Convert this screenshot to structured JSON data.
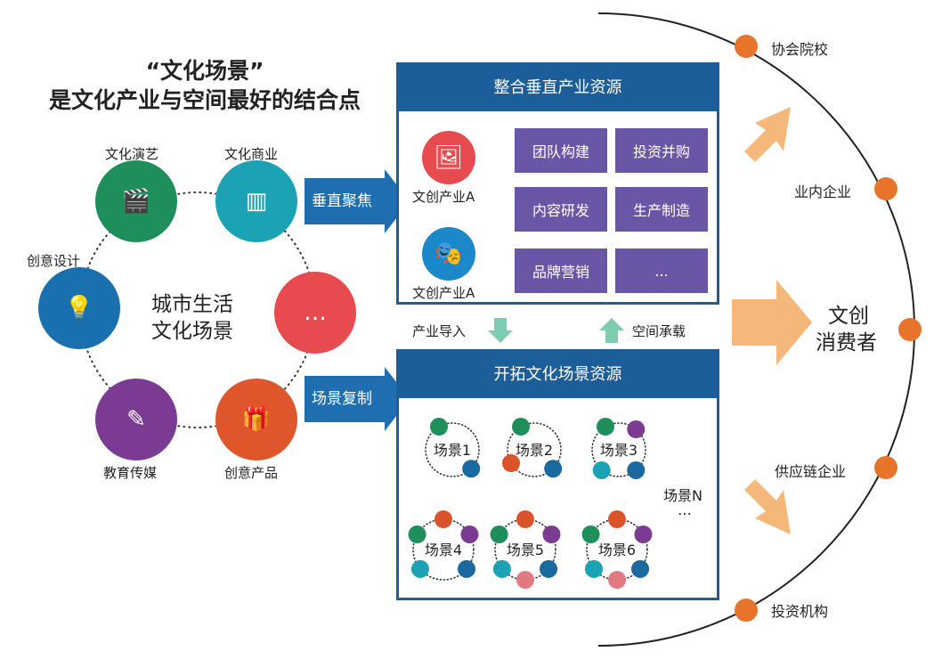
{
  "title": {
    "line1": "“文化场景”",
    "line2": "是文化产业与空间最好的结合点"
  },
  "ring": {
    "center": "城市生活\n文化场景",
    "center_line1": "城市生活",
    "center_line2": "文化场景",
    "nodes": [
      {
        "label": "文化演艺",
        "icon": "clapperboard-icon",
        "color": "#1e8f5a"
      },
      {
        "label": "文化商业",
        "icon": "books-icon",
        "color": "#1ba3b5"
      },
      {
        "label": "创意设计",
        "icon": "lightbulb-icon",
        "color": "#1a6fae"
      },
      {
        "label": "…",
        "icon": "ellipsis-icon",
        "color": "#e84b4f"
      },
      {
        "label": "教育传媒",
        "icon": "pencil-icon",
        "color": "#7b3b93"
      },
      {
        "label": "创意产品",
        "icon": "gift-card-icon",
        "color": "#e0562c"
      }
    ]
  },
  "arrows": {
    "vertical_focus": "垂直聚焦",
    "scene_copy": "场景复制",
    "industry_import": "产业导入",
    "space_carry": "空间承载"
  },
  "panel_top": {
    "title": "整合垂直产业资源",
    "industries": [
      {
        "label": "文创产业A",
        "icon": "painting-icon",
        "color": "#e84b4f"
      },
      {
        "label": "文创产业A",
        "icon": "theater-masks-icon",
        "color": "#1a88c9"
      }
    ],
    "tiles": [
      "团队构建",
      "投资并购",
      "内容研发",
      "生产制造",
      "品牌营销",
      "..."
    ]
  },
  "panel_bottom": {
    "title": "开拓文化场景资源",
    "scenes": [
      {
        "label": "场景1",
        "icons": [
          "clapperboard",
          "gift-card"
        ]
      },
      {
        "label": "场景2",
        "icons": [
          "clapperboard",
          "lightbulb",
          "gift-card"
        ]
      },
      {
        "label": "场景3",
        "icons": [
          "clapperboard",
          "pencil",
          "books",
          "gift-card"
        ]
      },
      {
        "label": "场景4",
        "icons": [
          "clapperboard",
          "lightbulb",
          "pencil",
          "books",
          "gift-card"
        ]
      },
      {
        "label": "场景5",
        "icons": [
          "clapperboard",
          "lightbulb",
          "pencil",
          "books",
          "product",
          "gift-card"
        ]
      },
      {
        "label": "场景6",
        "icons": [
          "clapperboard",
          "lightbulb",
          "pencil",
          "books",
          "product",
          "gift-card"
        ]
      }
    ],
    "more_label": "场景N",
    "more_dots": "…"
  },
  "consumer": {
    "line1": "文创",
    "line2": "消费者"
  },
  "stakeholders": [
    "协会院校",
    "业内企业",
    "供应链企业",
    "投资机构"
  ],
  "colors": {
    "clapperboard": "#1e8f5a",
    "lightbulb": "#d9542a",
    "pencil": "#7b3b93",
    "books": "#1ba3b5",
    "product": "#e07a80",
    "gift-card": "#1a6aa0",
    "orange": "#e8732a",
    "arrow": "#f5b77a"
  }
}
